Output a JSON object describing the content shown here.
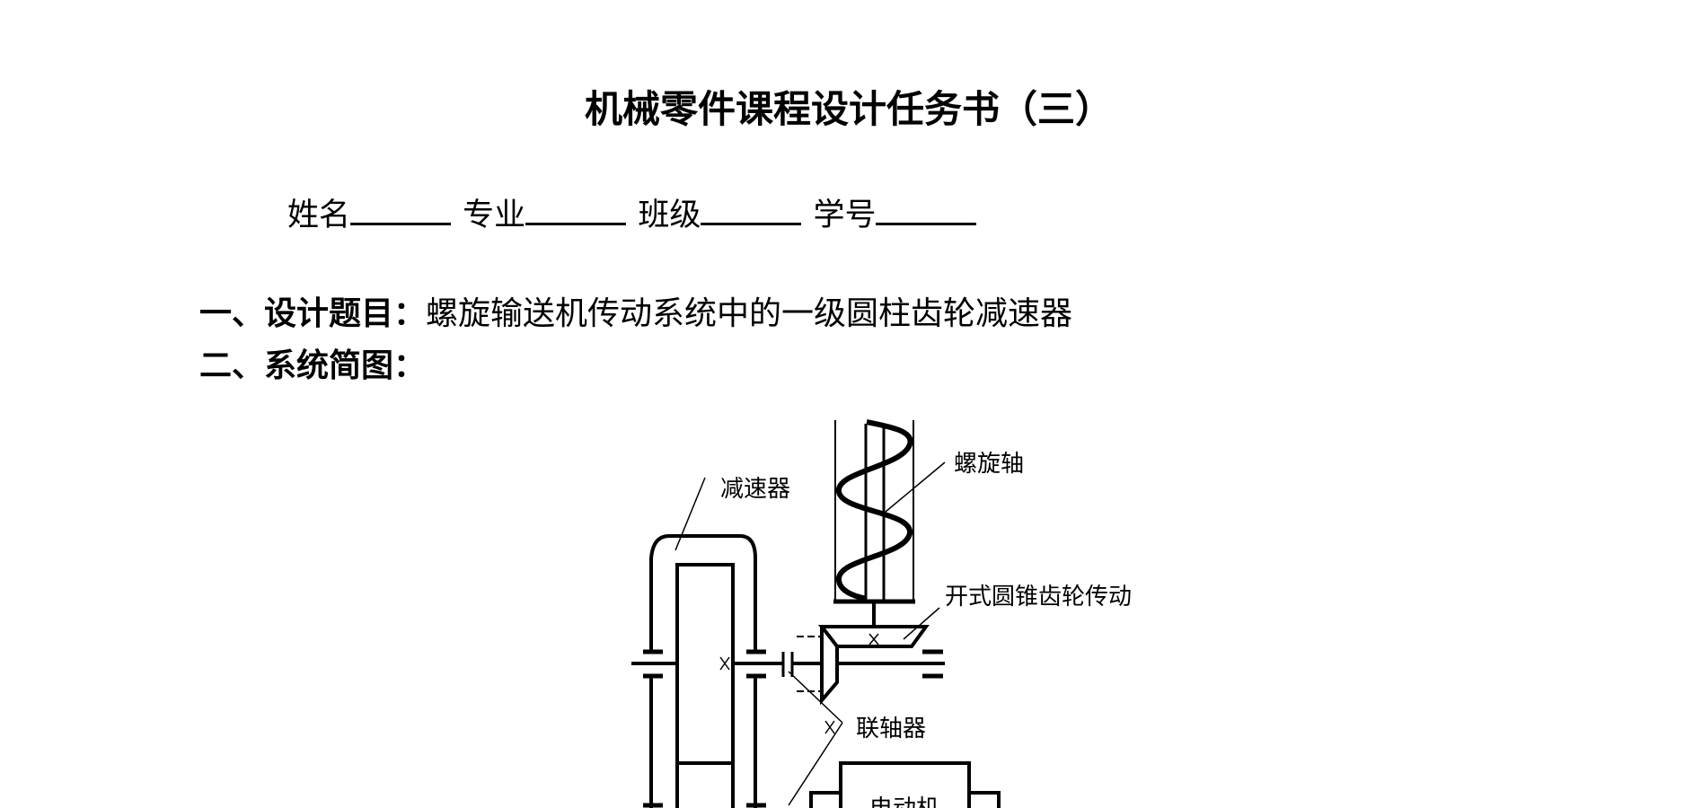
{
  "title": "机械零件课程设计任务书（三）",
  "info": {
    "name_label": "姓名",
    "major_label": "专业",
    "class_label": "班级",
    "id_label": "学号"
  },
  "section1": {
    "heading": "一、设计题目：",
    "text": "螺旋输送机传动系统中的一级圆柱齿轮减速器"
  },
  "section2": {
    "heading": "二、系统简图："
  },
  "diagram": {
    "labels": {
      "reducer": "减速器",
      "screw_shaft": "螺旋轴",
      "open_bevel_gear": "开式圆锥齿轮传动",
      "coupling": "联轴器",
      "motor": "电动机"
    }
  }
}
